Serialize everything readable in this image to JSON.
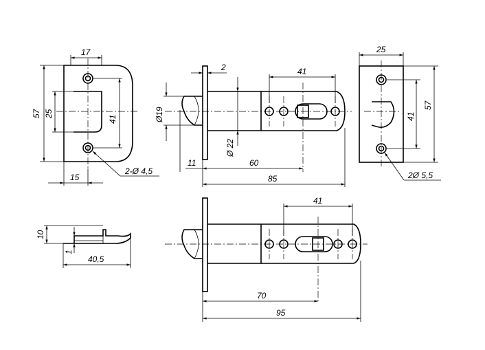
{
  "strike_plate": {
    "width": "17",
    "height": "57",
    "slot": "25",
    "holes_spacing": "41",
    "offset": "15",
    "holes": "2-Ø 4,5"
  },
  "latch_short": {
    "flange": "2",
    "spacing": "41",
    "bolt_dia": "Ø19",
    "body_dia": "Ø 22",
    "nose": "11",
    "backset": "60",
    "total": "85"
  },
  "faceplate": {
    "width": "25",
    "height": "57",
    "holes_spacing": "41",
    "holes": "2Ø 5,5"
  },
  "strike_side": {
    "height": "10",
    "thickness": "1",
    "length": "40,5"
  },
  "latch_long": {
    "spacing": "41",
    "backset": "70",
    "total": "95"
  }
}
